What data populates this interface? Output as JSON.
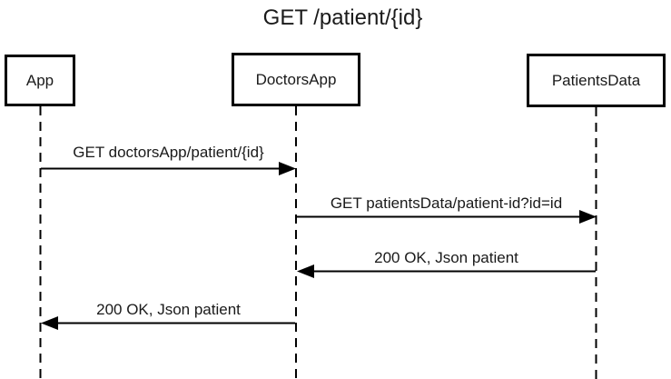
{
  "title": "GET /patient/{id}",
  "actors": [
    {
      "label": "App"
    },
    {
      "label": "DoctorsApp"
    },
    {
      "label": "PatientsData"
    }
  ],
  "messages": [
    {
      "label": "GET doctorsApp/patient/{id}",
      "from": "App",
      "to": "DoctorsApp",
      "direction": "right"
    },
    {
      "label": "GET patientsData/patient-id?id=id",
      "from": "DoctorsApp",
      "to": "PatientsData",
      "direction": "right"
    },
    {
      "label": "200 OK, Json patient",
      "from": "PatientsData",
      "to": "DoctorsApp",
      "direction": "left"
    },
    {
      "label": "200 OK, Json patient",
      "from": "DoctorsApp",
      "to": "App",
      "direction": "left"
    }
  ],
  "colors": {
    "line": "#000000",
    "text": "#1a1a1a",
    "background": "#ffffff"
  }
}
